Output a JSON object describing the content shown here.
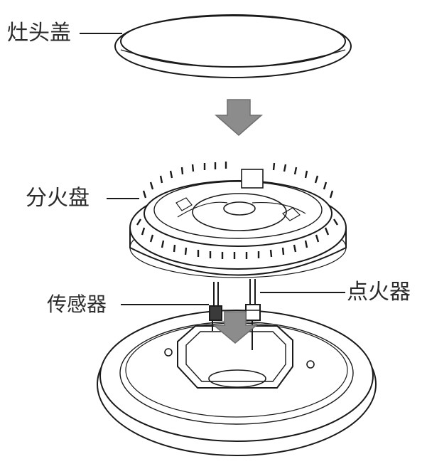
{
  "labels": {
    "cap": "灶头盖",
    "distributor": "分火盘",
    "sensor": "传感器",
    "igniter": "点火器"
  },
  "colors": {
    "line": "#1a1a1a",
    "arrow_fill": "#8c8c8c",
    "arrow_stroke": "#6e6e6e",
    "text": "#2b2b2b"
  },
  "icons": {
    "assembly_arrow": "down-arrow-icon"
  }
}
